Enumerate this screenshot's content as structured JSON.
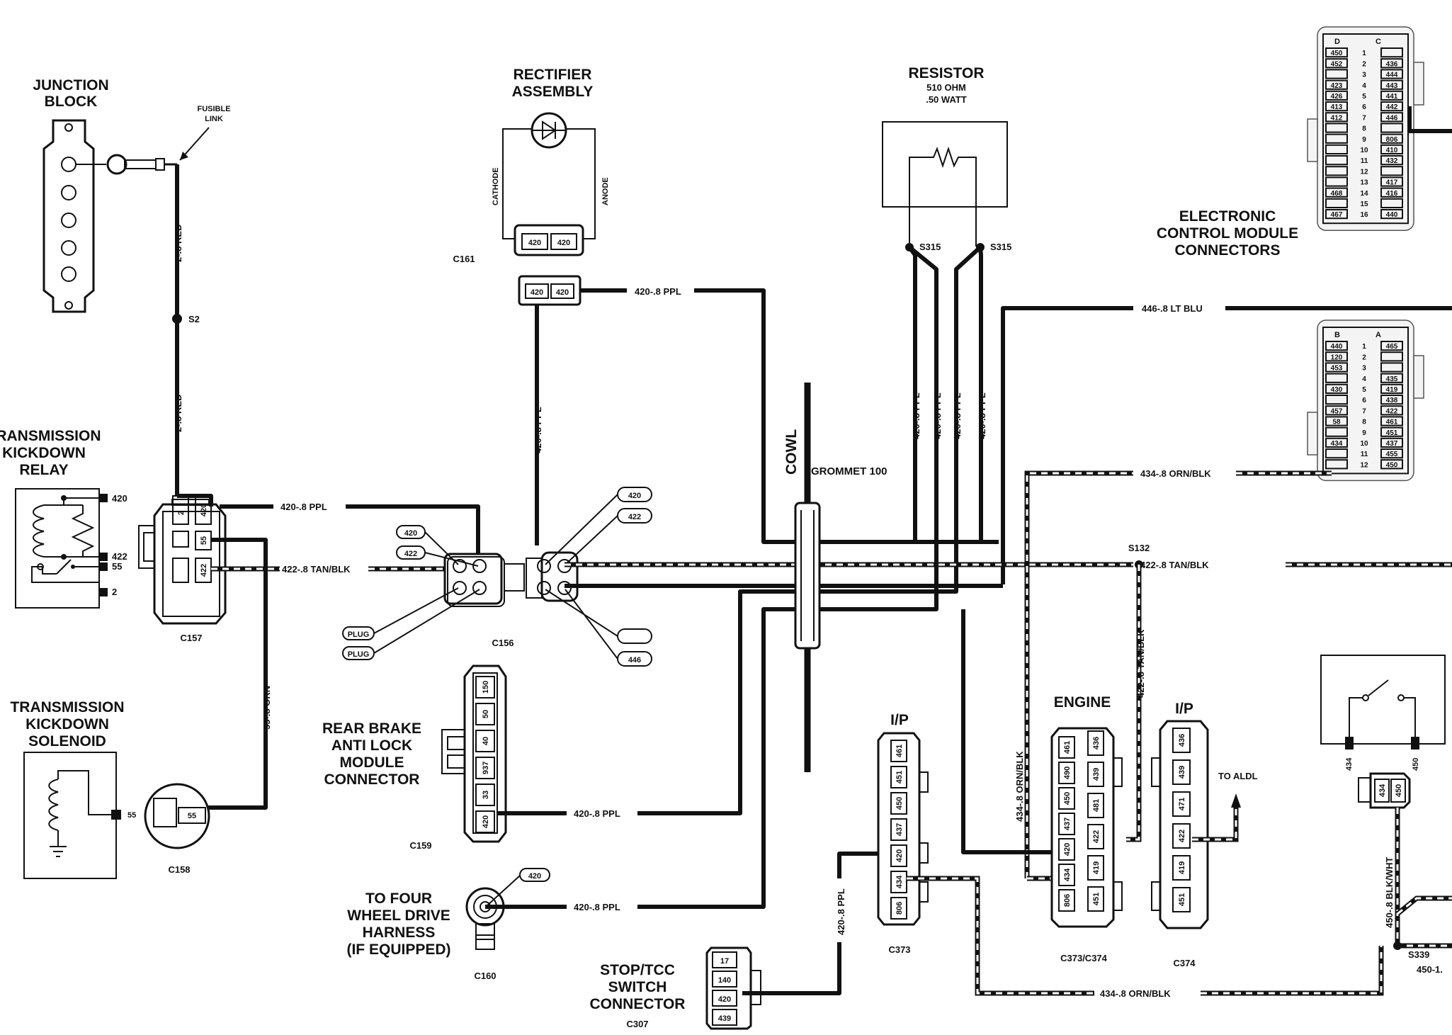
{
  "labels": {
    "junction_block": [
      "JUNCTION",
      "BLOCK"
    ],
    "fusible_link": [
      "FUSIBLE",
      "LINK"
    ],
    "rectifier": [
      "RECTIFIER",
      "ASSEMBLY"
    ],
    "cathode": "CATHODE",
    "anode": "ANODE",
    "c161": "C161",
    "resistor_title": "RESISTOR",
    "resistor_spec": [
      "510 OHM",
      ".50 WATT"
    ],
    "s315_left": "S315",
    "s315_right": "S315",
    "ecm": [
      "ELECTRONIC",
      "CONTROL MODULE",
      "CONNECTORS"
    ],
    "s2": "S2",
    "tkd_relay": [
      "TRANSMISSION",
      "KICKDOWN",
      "RELAY"
    ],
    "tkd_solenoid": [
      "TRANSMISSION",
      "KICKDOWN",
      "SOLENOID"
    ],
    "c157": "C157",
    "c158": "C158",
    "c156": "C156",
    "c159": "C159",
    "c160": "C160",
    "c373": "C373",
    "c373_c374": "C373/C374",
    "c374": "C374",
    "c307": "C307",
    "s132": "S132",
    "s339": "S339",
    "cowl": "COWL",
    "grommet": "GROMMET 100",
    "rear_brake": [
      "REAR BRAKE",
      "ANTI LOCK",
      "MODULE",
      "CONNECTOR"
    ],
    "four_wd": [
      "TO FOUR",
      "WHEEL DRIVE",
      "HARNESS",
      "(IF EQUIPPED)"
    ],
    "stop_tcc": [
      "STOP/TCC",
      "SWITCH",
      "CONNECTOR"
    ],
    "ip_left": "I/P",
    "ip_right": "I/P",
    "engine": "ENGINE",
    "to_aldl": "TO ALDL",
    "plug1": "PLUG",
    "plug2": "PLUG",
    "bub_420_a": "420",
    "bub_422_a": "422",
    "bub_420_b": "420",
    "bub_422_b": "422",
    "bub_446": "446",
    "bub_420_c160": "420"
  },
  "wires": {
    "red_upper": "2-.8 RED",
    "red_lower": "2-.8 RED",
    "ppl_c161": "420-.8 PPL",
    "ppl_vert": "420-.8 PPL",
    "ppl_c157": "420-.8 PPL",
    "tan_c157": "422-.8 TAN/BLK",
    "orn_55": "55-.8 ORN",
    "ppl_r1": "420-.8 PPL",
    "ppl_r2": "420-.8 PPL",
    "ppl_r3": "420-.8 PPL",
    "ppl_r4": "420-.8 PPL",
    "lt_blu": "446-.8 LT BLU",
    "orn_blk_top": "434-.8 ORN/BLK",
    "tan_right": "422-.8 TAN/BLK",
    "tan_vert": "422-.8 TAN/BLK",
    "orn_blk_vert": "434-.8 ORN/BLK",
    "ppl_c159": "420-.8 PPL",
    "ppl_c160": "420-.8 PPL",
    "ppl_c307": "420-.8 PPL",
    "orn_blk_bottom": "434-.8 ORN/BLK",
    "blk_wht": "450-.8 BLK/WHT",
    "s339_wire": "450-1.",
    "pin_434": "434",
    "pin_450": "450"
  },
  "relay_pins": [
    "420",
    "422",
    "55",
    "2"
  ],
  "c157_pins": [
    "2",
    "420",
    "55",
    "422"
  ],
  "c161_pins": [
    "420",
    "420"
  ],
  "c161_mate_pins": [
    "420",
    "420"
  ],
  "c158_pin": "55",
  "c159_pins": [
    "150",
    "50",
    "40",
    "937",
    "33",
    "420"
  ],
  "c307_pins": [
    "17",
    "140",
    "420",
    "439"
  ],
  "c373_pins": [
    "461",
    "451",
    "450",
    "437",
    "420",
    "434",
    "806"
  ],
  "c373_c374_left": [
    "461",
    "490",
    "450",
    "437",
    "420",
    "434",
    "806"
  ],
  "c373_c374_right": [
    "436",
    "439",
    "481",
    "422",
    "419",
    "451"
  ],
  "c374_pins": [
    "436",
    "439",
    "471",
    "422",
    "419",
    "451"
  ],
  "c374_mate": [
    "434",
    "450"
  ],
  "ecm_top": {
    "col_headers": [
      "D",
      "C"
    ],
    "rows": [
      [
        "450",
        "1",
        ""
      ],
      [
        "452",
        "2",
        "436"
      ],
      [
        "",
        "3",
        "444"
      ],
      [
        "423",
        "4",
        "443"
      ],
      [
        "426",
        "5",
        "441"
      ],
      [
        "413",
        "6",
        "442"
      ],
      [
        "412",
        "7",
        "446"
      ],
      [
        "",
        "8",
        ""
      ],
      [
        "",
        "9",
        "806"
      ],
      [
        "",
        "10",
        "410"
      ],
      [
        "",
        "11",
        "432"
      ],
      [
        "",
        "12",
        ""
      ],
      [
        "",
        "13",
        "417"
      ],
      [
        "468",
        "14",
        "416"
      ],
      [
        "",
        "15",
        ""
      ],
      [
        "467",
        "16",
        "440"
      ]
    ]
  },
  "ecm_bottom": {
    "col_headers": [
      "B",
      "A"
    ],
    "rows": [
      [
        "440",
        "1",
        "465"
      ],
      [
        "120",
        "2",
        ""
      ],
      [
        "453",
        "3",
        ""
      ],
      [
        "",
        "4",
        "435"
      ],
      [
        "430",
        "5",
        "419"
      ],
      [
        "",
        "6",
        "438"
      ],
      [
        "457",
        "7",
        "422"
      ],
      [
        "58",
        "8",
        "461"
      ],
      [
        "",
        "9",
        "451"
      ],
      [
        "434",
        "10",
        "437"
      ],
      [
        "",
        "11",
        "455"
      ],
      [
        "",
        "12",
        "450"
      ]
    ]
  }
}
